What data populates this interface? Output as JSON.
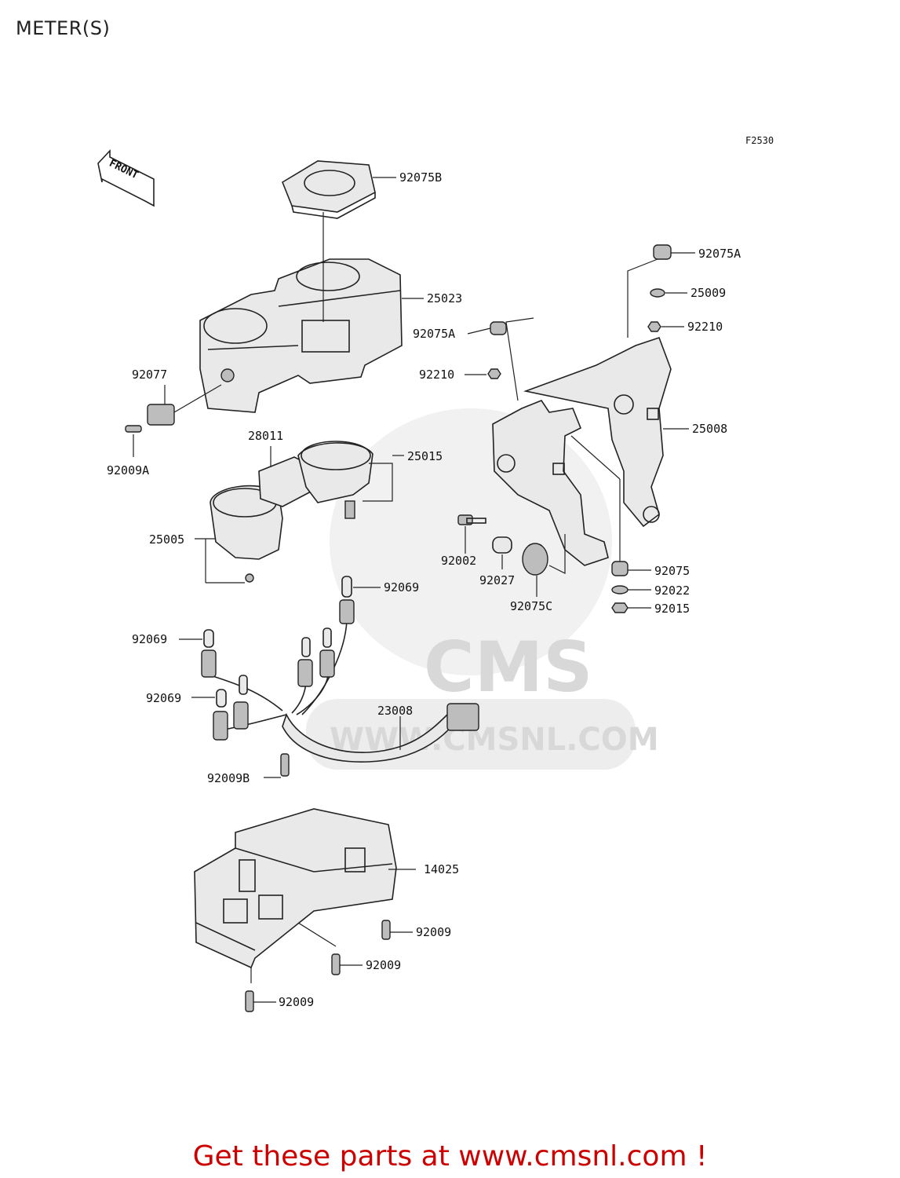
{
  "page": {
    "title": "METER(S)",
    "figure_code": "F2530",
    "footer": "Get these parts at www.cmsnl.com !"
  },
  "watermark": {
    "brand": "CMS",
    "url": "WWW.CMSNL.COM"
  },
  "front_arrow": "FRONT",
  "labels": {
    "p92075B": "92075B",
    "p25023": "25023",
    "p92075A_top": "92075A",
    "p25009": "25009",
    "p92075A_left": "92075A",
    "p92210_right": "92210",
    "p92210_left": "92210",
    "p92077": "92077",
    "p92009A": "92009A",
    "p28011": "28011",
    "p25015": "25015",
    "p25008": "25008",
    "p25005": "25005",
    "p92002": "92002",
    "p92027": "92027",
    "p92075C": "92075C",
    "p92075": "92075",
    "p92022": "92022",
    "p92015": "92015",
    "p92069_a": "92069",
    "p92069_b": "92069",
    "p92069_c": "92069",
    "p23008": "23008",
    "p92009B": "92009B",
    "p14025": "14025",
    "p92009_a": "92009",
    "p92009_b": "92009",
    "p92009_c": "92009"
  }
}
